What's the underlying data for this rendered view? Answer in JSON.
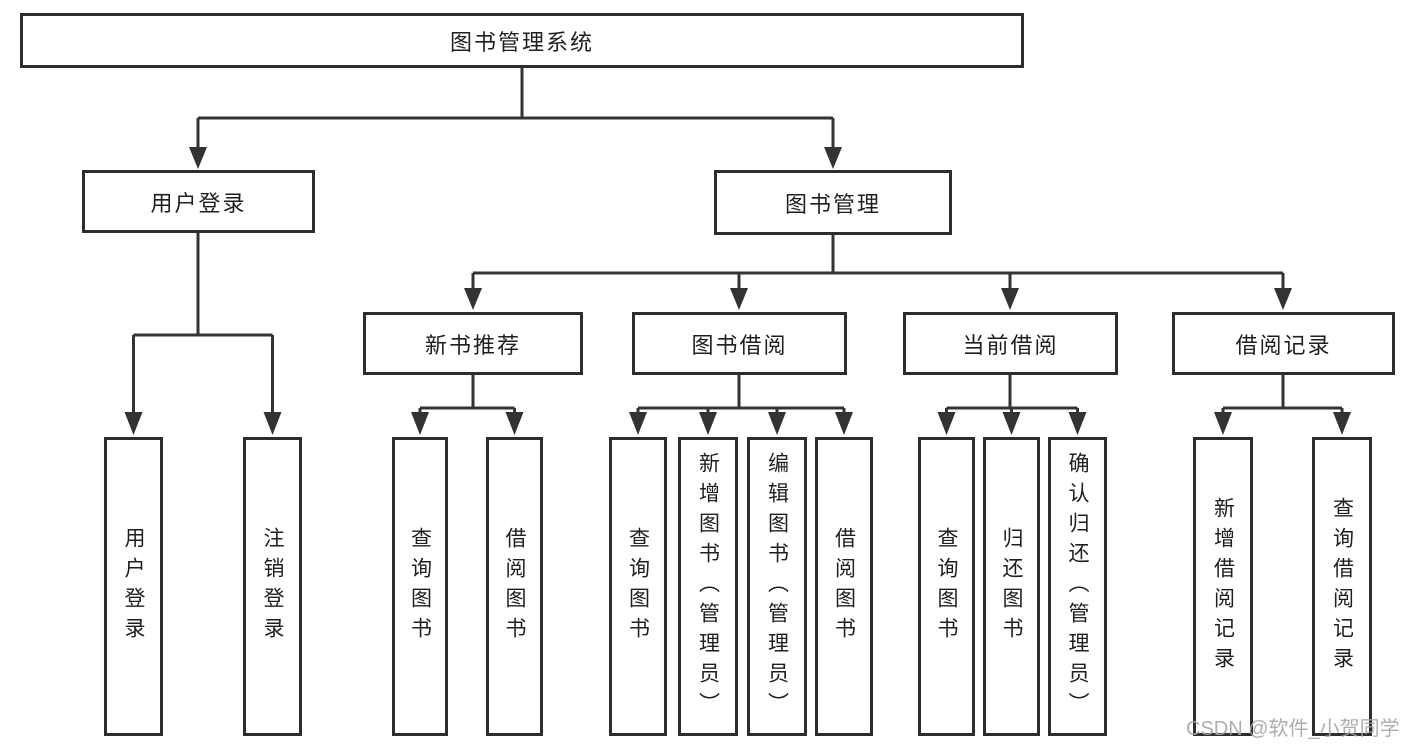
{
  "diagram": {
    "root": {
      "label": "图书管理系统"
    },
    "branches": [
      {
        "label": "用户登录",
        "children": [
          {
            "label": "用户登录"
          },
          {
            "label": "注销登录"
          }
        ]
      },
      {
        "label": "图书管理",
        "children": [
          {
            "label": "新书推荐",
            "children": [
              {
                "label": "查询图书"
              },
              {
                "label": "借阅图书"
              }
            ]
          },
          {
            "label": "图书借阅",
            "children": [
              {
                "label": "查询图书"
              },
              {
                "label": "新增图书（管理员）"
              },
              {
                "label": "编辑图书（管理员）"
              },
              {
                "label": "借阅图书"
              }
            ]
          },
          {
            "label": "当前借阅",
            "children": [
              {
                "label": "查询图书"
              },
              {
                "label": "归还图书"
              },
              {
                "label": "确认归还（管理员）"
              }
            ]
          },
          {
            "label": "借阅记录",
            "children": [
              {
                "label": "新增借阅记录"
              },
              {
                "label": "查询借阅记录"
              }
            ]
          }
        ]
      }
    ],
    "watermark": "CSDN @软件_小贺同学",
    "colors": {
      "line": "#333333",
      "box_border": "#2d2d2d",
      "text": "#1f1f1f",
      "watermark": "#a6a6a6",
      "background": "#ffffff"
    }
  }
}
